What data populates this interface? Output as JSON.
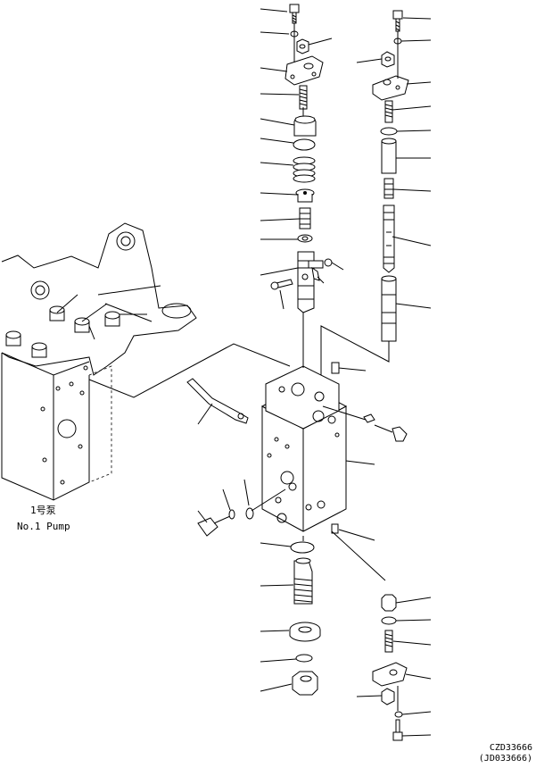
{
  "pump_label": {
    "chinese": "1号泵",
    "english": "No.1 Pump"
  },
  "drawing_codes": {
    "code_primary": "CZD33666",
    "code_secondary": "(JD033666)"
  }
}
